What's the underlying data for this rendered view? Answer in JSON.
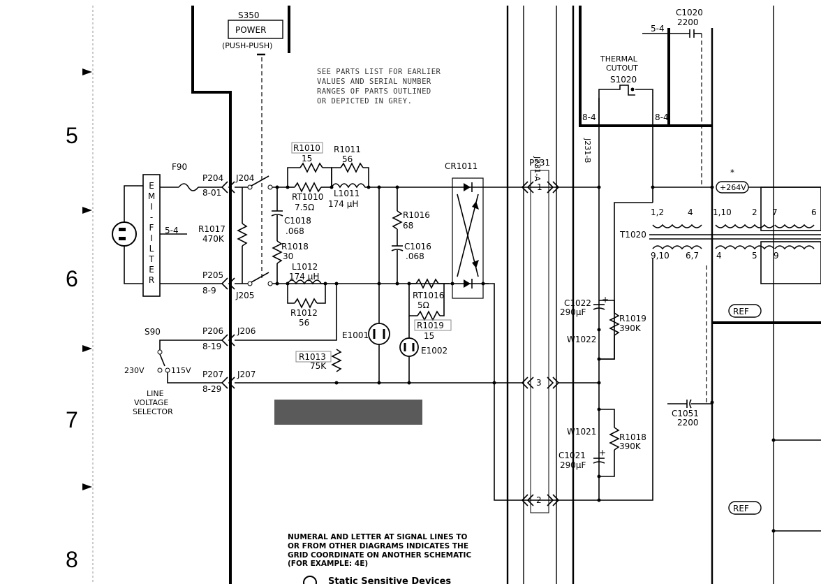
{
  "grid_rows": [
    "5",
    "6",
    "7",
    "8"
  ],
  "switch_s350": {
    "ref": "S350",
    "name": "POWER",
    "mode": "(PUSH-PUSH)"
  },
  "parts_note": [
    "SEE PARTS LIST FOR EARLIER",
    "VALUES AND SERIAL NUMBER",
    "RANGES OF PARTS OUTLINED",
    "OR DEPICTED IN GREY."
  ],
  "emi_filter": {
    "letters": [
      "E",
      "M",
      "I",
      "-",
      "F",
      "I",
      "L",
      "T",
      "E",
      "R"
    ]
  },
  "fuse": "F90",
  "connectors": {
    "p204": "P204",
    "p204_coord": "8-01",
    "j204": "J204",
    "p205": "P205",
    "p205_coord": "8-9",
    "j205": "J205",
    "p206": "P206",
    "p206_coord": "8-19",
    "j206": "J206",
    "p207": "P207",
    "p207_coord": "8-29",
    "j207": "J207",
    "p231": "P231",
    "j231a": "J231-A",
    "j231b": "J231-B",
    "pin1": "1",
    "pin2": "2",
    "pin3": "3"
  },
  "ref_54": "5-4",
  "components": {
    "r1010": "R1010",
    "r1010_v": "15",
    "r1011": "R1011",
    "r1011_v": "56",
    "rt1010": "RT1010",
    "rt1010_v": "7.5Ω",
    "l1011": "L1011",
    "l1011_v": "174 μH",
    "r1017": "R1017",
    "r1017_v": "470K",
    "c1018": "C1018",
    "c1018_v": ".068",
    "r1018a": "R1018",
    "r1018a_v": "30",
    "l1012": "L1012",
    "l1012_v": "174 μH",
    "r1012": "R1012",
    "r1012_v": "56",
    "r1016": "R1016",
    "r1016_v": "68",
    "c1016": "C1016",
    "c1016_v": ".068",
    "rt1016": "RT1016",
    "rt1016_v": "5Ω",
    "r1019a": "R1019",
    "r1019a_v": "15",
    "r1013": "R1013",
    "r1013_v": "75K",
    "e1001": "E1001",
    "e1002": "E1002",
    "cr1011": "CR1011",
    "c1022": "C1022",
    "c1022_v": "290μF",
    "r1019b": "R1019",
    "r1019b_v": "390K",
    "w1022": "W1022",
    "w1021": "W1021",
    "c1021": "C1021",
    "c1021_v": "290μF",
    "r1018b": "R1018",
    "r1018b_v": "390K",
    "c1020": "C1020",
    "c1020_v": "2200",
    "c1051": "C1051",
    "c1051_v": "2200",
    "t1020": "T1020",
    "s1020": "S1020",
    "thermal": [
      "THERMAL",
      "CUTOUT"
    ],
    "s90": "S90",
    "v230": "230V",
    "v115": "115V",
    "selector": [
      "LINE",
      "VOLTAGE",
      "SELECTOR"
    ]
  },
  "pins": {
    "p12": "1,2",
    "p4a": "4",
    "p110": "1,10",
    "p2": "2",
    "p7": "7",
    "p6": "6",
    "p910": "9,10",
    "p67": "6,7",
    "p4b": "4",
    "p5": "5",
    "p9": "9",
    "p84a": "8-4",
    "p84b": "8-4"
  },
  "voltage_flag": "+264V",
  "asterisk": "*",
  "ref_tag": "REF",
  "footer_note": [
    "NUMERAL AND LETTER AT SIGNAL LINES TO",
    "OR FROM OTHER DIAGRAMS INDICATES THE",
    "GRID COORDINATE ON ANOTHER SCHEMATIC",
    "(FOR EXAMPLE: 4E)"
  ],
  "static_note": "Static Sensitive Devices"
}
